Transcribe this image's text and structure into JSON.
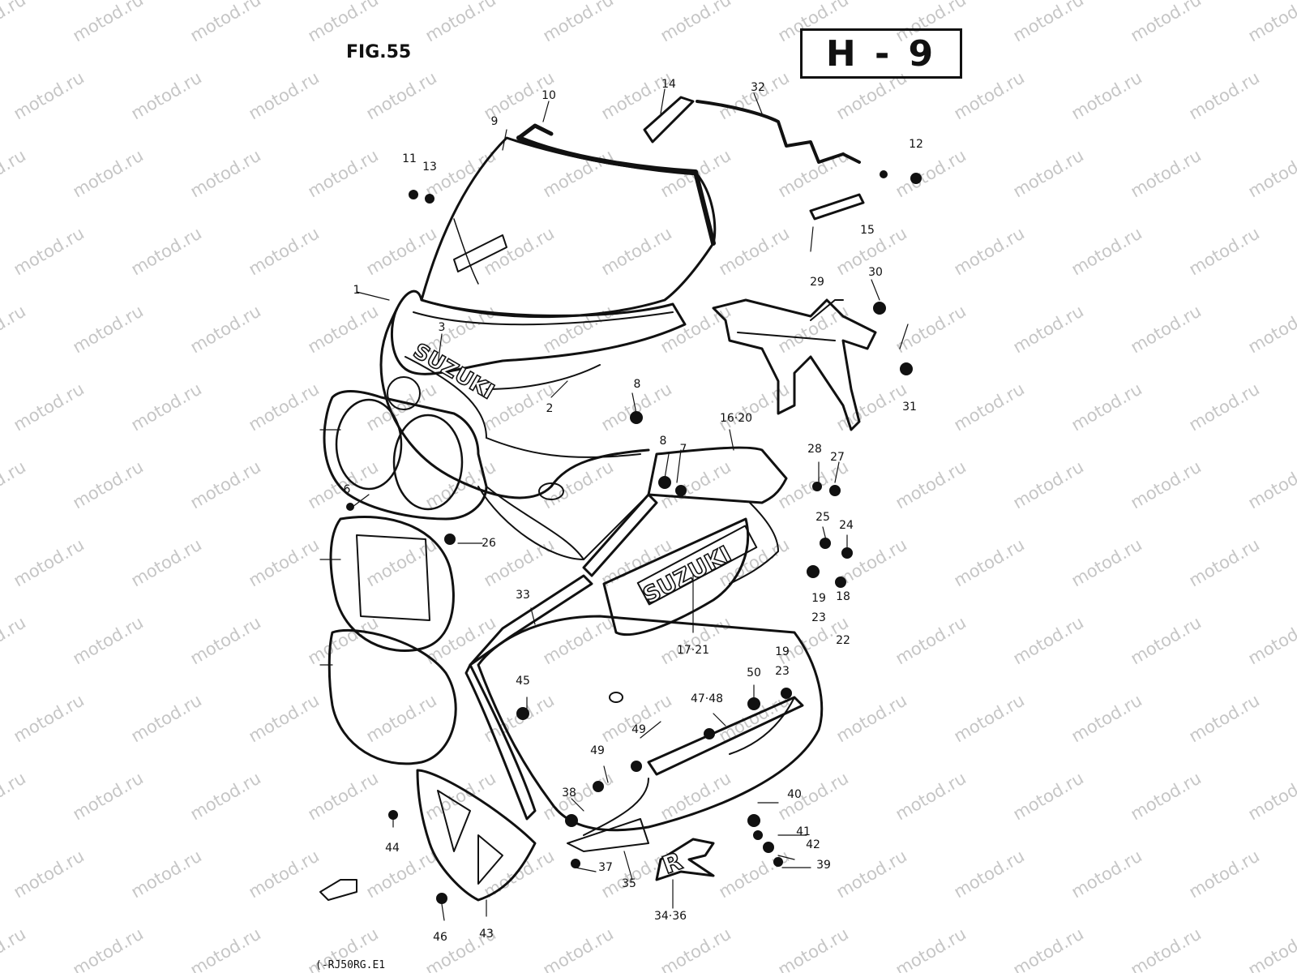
{
  "header": {
    "figure": "FIG.55",
    "page_code": "H - 9"
  },
  "watermark": "motod.ru",
  "footer": {
    "code": "(-RJ50RG.E1"
  },
  "brand_text": "SUZUKI",
  "logo_text": "R",
  "parts": [
    {
      "id": "p10",
      "label": "10"
    },
    {
      "id": "p9",
      "label": "9"
    },
    {
      "id": "p14",
      "label": "14"
    },
    {
      "id": "p32",
      "label": "32"
    },
    {
      "id": "p11",
      "label": "11"
    },
    {
      "id": "p13",
      "label": "13"
    },
    {
      "id": "p12",
      "label": "12"
    },
    {
      "id": "p15",
      "label": "15"
    },
    {
      "id": "p1",
      "label": "1"
    },
    {
      "id": "p3",
      "label": "3"
    },
    {
      "id": "p29",
      "label": "29"
    },
    {
      "id": "p30",
      "label": "30"
    },
    {
      "id": "p31",
      "label": "31"
    },
    {
      "id": "p2",
      "label": "2"
    },
    {
      "id": "p8a",
      "label": "8"
    },
    {
      "id": "p8b",
      "label": "8"
    },
    {
      "id": "p7",
      "label": "7"
    },
    {
      "id": "p1620",
      "label": "16·20"
    },
    {
      "id": "p28",
      "label": "28"
    },
    {
      "id": "p27",
      "label": "27"
    },
    {
      "id": "p6",
      "label": "6"
    },
    {
      "id": "p26",
      "label": "26"
    },
    {
      "id": "p25",
      "label": "25"
    },
    {
      "id": "p24",
      "label": "24"
    },
    {
      "id": "p1923a",
      "label": "19"
    },
    {
      "id": "p23a",
      "label": "23"
    },
    {
      "id": "p18",
      "label": "18"
    },
    {
      "id": "p22",
      "label": "22"
    },
    {
      "id": "p33",
      "label": "33"
    },
    {
      "id": "p1721",
      "label": "17·21"
    },
    {
      "id": "p19b",
      "label": "19"
    },
    {
      "id": "p23b",
      "label": "23"
    },
    {
      "id": "p45",
      "label": "45"
    },
    {
      "id": "p50",
      "label": "50"
    },
    {
      "id": "p4748",
      "label": "47·48"
    },
    {
      "id": "p49a",
      "label": "49"
    },
    {
      "id": "p49b",
      "label": "49"
    },
    {
      "id": "p38",
      "label": "38"
    },
    {
      "id": "p40",
      "label": "40"
    },
    {
      "id": "p41",
      "label": "41"
    },
    {
      "id": "p42",
      "label": "42"
    },
    {
      "id": "p39",
      "label": "39"
    },
    {
      "id": "p44",
      "label": "44"
    },
    {
      "id": "p37",
      "label": "37"
    },
    {
      "id": "p35",
      "label": "35"
    },
    {
      "id": "p3436",
      "label": "34·36"
    },
    {
      "id": "p46",
      "label": "46"
    },
    {
      "id": "p43",
      "label": "43"
    }
  ]
}
